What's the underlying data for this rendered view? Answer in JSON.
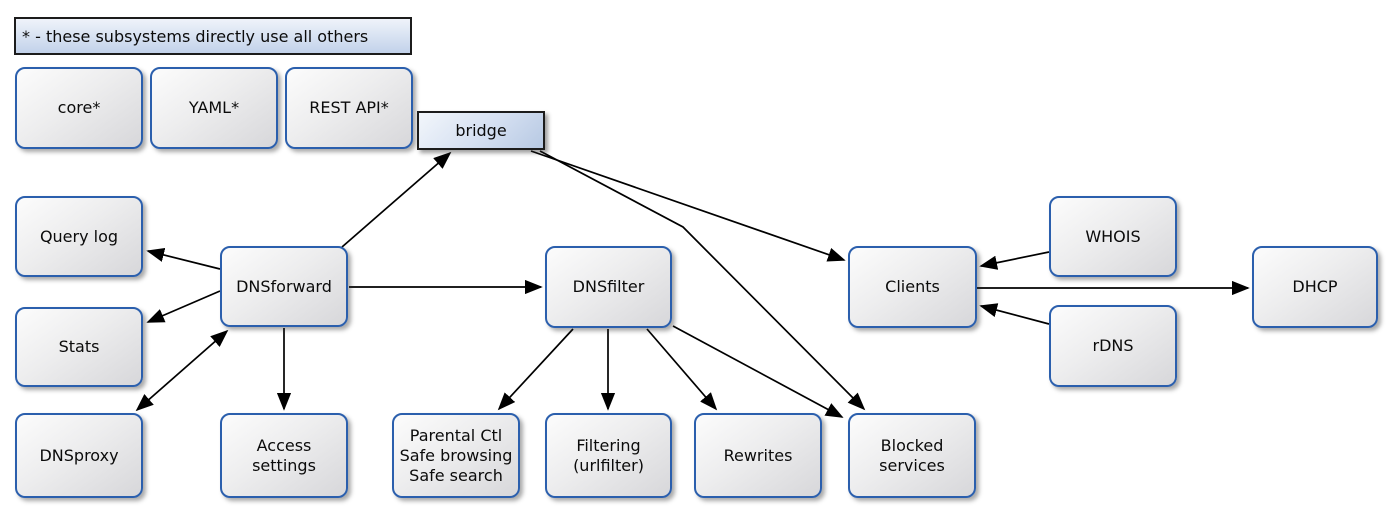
{
  "diagram": {
    "legend": "* - these subsystems directly use all others",
    "nodes": {
      "core": {
        "label": "core*"
      },
      "yaml": {
        "label": "YAML*"
      },
      "rest_api": {
        "label": "REST API*"
      },
      "bridge": {
        "label": "bridge"
      },
      "query_log": {
        "label": "Query log"
      },
      "stats": {
        "label": "Stats"
      },
      "dnsproxy": {
        "label": "DNSproxy"
      },
      "dnsforward": {
        "label": "DNSforward"
      },
      "access_settings": {
        "label": "Access\nsettings"
      },
      "dnsfilter": {
        "label": "DNSfilter"
      },
      "parental": {
        "label": "Parental Ctl\nSafe browsing\nSafe search"
      },
      "filtering": {
        "label": "Filtering\n(urlfilter)"
      },
      "rewrites": {
        "label": "Rewrites"
      },
      "blocked_services": {
        "label": "Blocked\nservices"
      },
      "clients": {
        "label": "Clients"
      },
      "whois": {
        "label": "WHOIS"
      },
      "rdns": {
        "label": "rDNS"
      },
      "dhcp": {
        "label": "DHCP"
      }
    },
    "colors": {
      "node_border": "#2b5fad",
      "plain_border": "#1c1c1c",
      "arrow": "#000000"
    }
  }
}
